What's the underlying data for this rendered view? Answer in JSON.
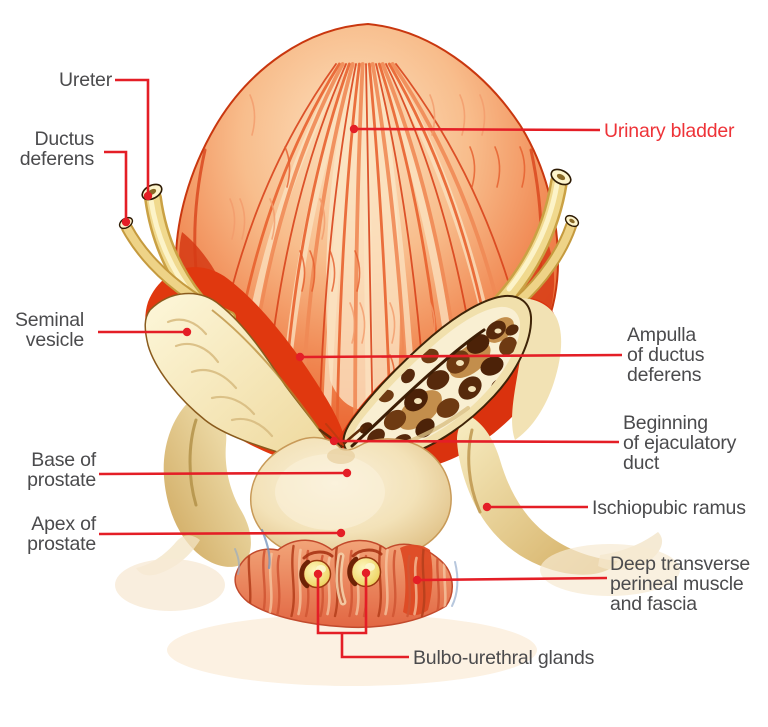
{
  "figure": {
    "labels": {
      "ureter": {
        "text": "Ureter"
      },
      "ductus_deferens": {
        "text": "Ductus\ndeferens"
      },
      "seminal_vesicle": {
        "text": "Seminal\nvesicle"
      },
      "base_of_prostate": {
        "text": "Base of\nprostate"
      },
      "apex_of_prostate": {
        "text": "Apex of\nprostate"
      },
      "urinary_bladder": {
        "text": "Urinary bladder"
      },
      "ampulla": {
        "text": "Ampulla\nof ductus\ndeferens"
      },
      "ejaculatory_duct": {
        "text": "Beginning\nof ejaculatory\nduct"
      },
      "ischiopubic_ramus": {
        "text": "Ischiopubic ramus"
      },
      "deep_transverse": {
        "text": "Deep transverse\nperineal muscle\nand fascia"
      },
      "bulbourethral": {
        "text": "Bulbo-urethral glands"
      }
    },
    "colors": {
      "background": "#ffffff",
      "leader_line": "#e41e26",
      "highlight_label": "#ee3338",
      "label_text": "#4b4b4d",
      "bladder": "#ec6a3a",
      "seminal_vesicle": "#f5e8c0",
      "ampulla_lumen": "#5c2d0c",
      "prostate": "#f3e6c8",
      "ischiopubic_ramus": "#e6cb8b",
      "perineal_muscle": "#ec8c64",
      "bulbourethral_gland": "#f2dd86"
    }
  }
}
